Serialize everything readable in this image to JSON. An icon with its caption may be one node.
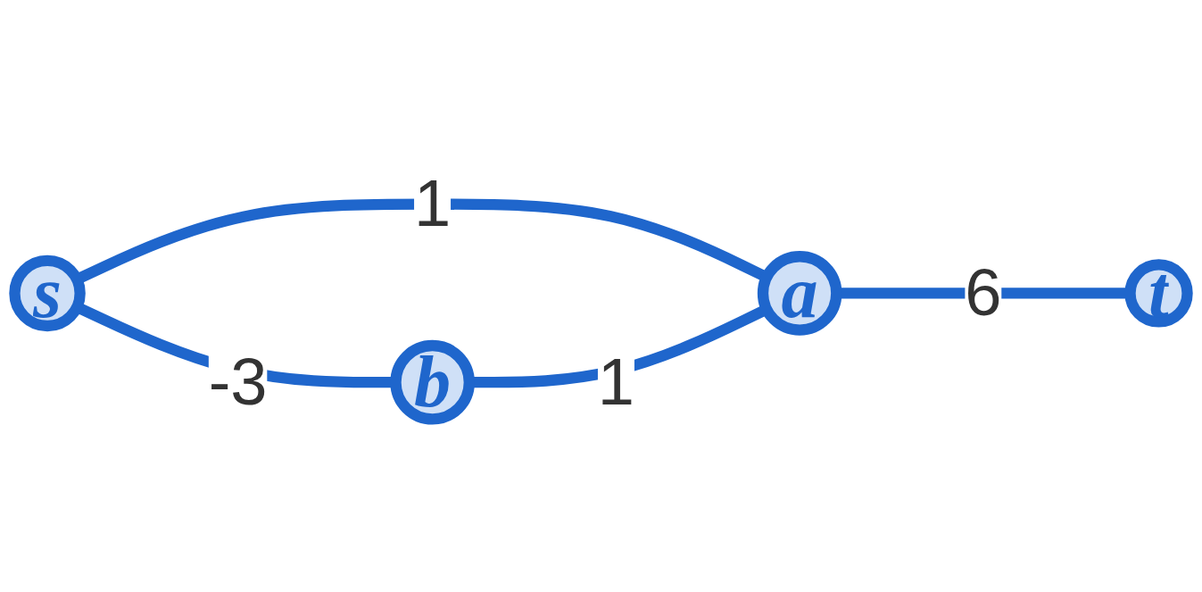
{
  "diagram": {
    "nodes": [
      {
        "text": [
          "s"
        ]
      },
      {
        "text": [
          "a"
        ]
      },
      {
        "text": [
          "t"
        ]
      },
      {
        "text": [
          "b"
        ]
      }
    ],
    "edges": [
      {
        "from": 0,
        "to": 1,
        "arrow": "none",
        "label": "1"
      },
      {
        "from": 1,
        "to": 2,
        "arrow": "none",
        "label": "6"
      },
      {
        "from": 0,
        "to": 3,
        "arrow": "none",
        "label": "-3"
      },
      {
        "from": 3,
        "to": 1,
        "arrow": "none",
        "label": "1"
      }
    ]
  }
}
